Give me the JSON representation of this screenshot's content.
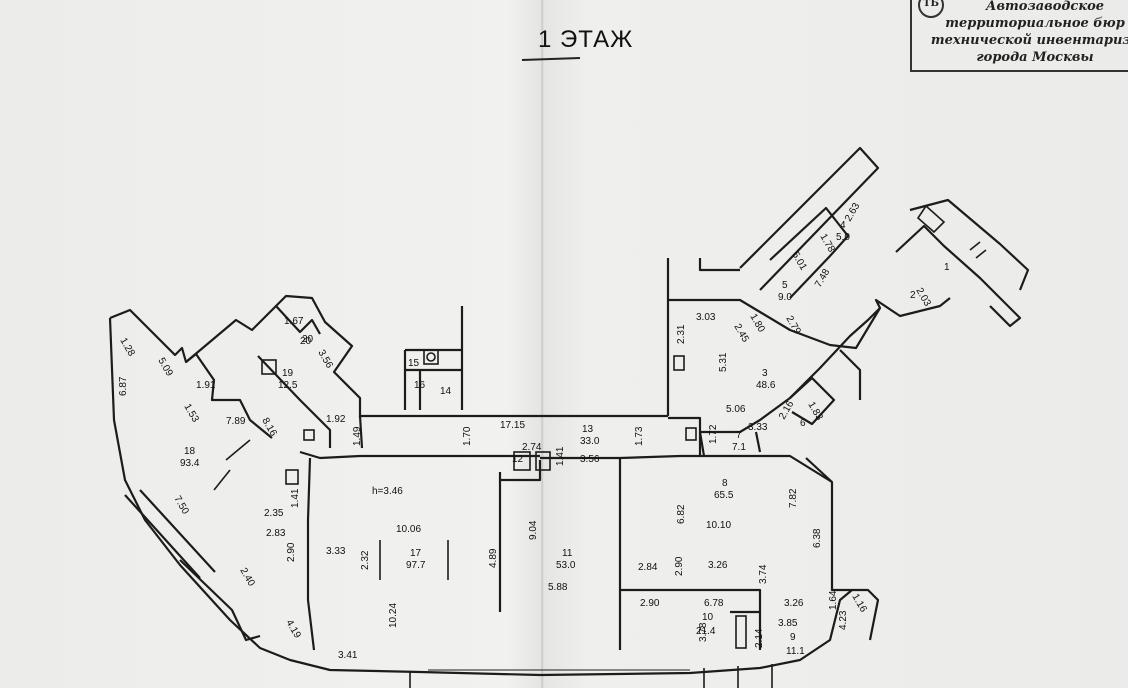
{
  "header": {
    "floor_title": "1 ЭТАЖ",
    "stamp_lines": [
      "Автозаводское",
      "территориальное бюр",
      "технической инвентариза",
      "города Москвы"
    ]
  },
  "rooms": [
    {
      "number": "1",
      "area": ""
    },
    {
      "number": "2",
      "area": ""
    },
    {
      "number": "3",
      "area": "48.6"
    },
    {
      "number": "4",
      "area": "5.0"
    },
    {
      "number": "5",
      "area": "9.0"
    },
    {
      "number": "6",
      "area": ""
    },
    {
      "number": "7",
      "area": "7.1"
    },
    {
      "number": "8",
      "area": "65.5"
    },
    {
      "number": "9",
      "area": "11.1"
    },
    {
      "number": "10",
      "area": "21.4"
    },
    {
      "number": "11",
      "area": "53.0"
    },
    {
      "number": "12",
      "area": ""
    },
    {
      "number": "13",
      "area": "33.0"
    },
    {
      "number": "14",
      "area": ""
    },
    {
      "number": "15",
      "area": ""
    },
    {
      "number": "16",
      "area": ""
    },
    {
      "number": "17",
      "area": "97.7"
    },
    {
      "number": "18",
      "area": "93.4"
    },
    {
      "number": "19",
      "area": "12.5"
    },
    {
      "number": "20",
      "area": ""
    }
  ],
  "ceiling_height": "h=3.46",
  "dimensions": [
    "1.28",
    "5.09",
    "6.87",
    "1.91",
    "1.53",
    "7.89",
    "8.16",
    "1.67",
    "20",
    "3.56",
    "1.92",
    "1.49",
    "1.70",
    "17.15",
    "1.73",
    "2.74",
    "1.41",
    "3.56",
    "2.31",
    "3.03",
    "2.45",
    "1.80",
    "2.79",
    "5.31",
    "5.01",
    "1.78",
    "2.63",
    "7.48",
    "2.03",
    "5.06",
    "2.16",
    "1.83",
    "1.72",
    "3.33",
    "1.41",
    "7.50",
    "2.35",
    "2.83",
    "2.90",
    "3.33",
    "10.06",
    "2.32",
    "4.89",
    "9.04",
    "5.88",
    "6.82",
    "10.10",
    "7.82",
    "6.38",
    "2.84",
    "2.90",
    "3.26",
    "3.74",
    "2.90",
    "6.78",
    "3.26",
    "1.64",
    "1.16",
    "3.85",
    "4.23",
    "3.78",
    "2.14",
    "2.40",
    "4.19",
    "10.24",
    "3.41"
  ]
}
